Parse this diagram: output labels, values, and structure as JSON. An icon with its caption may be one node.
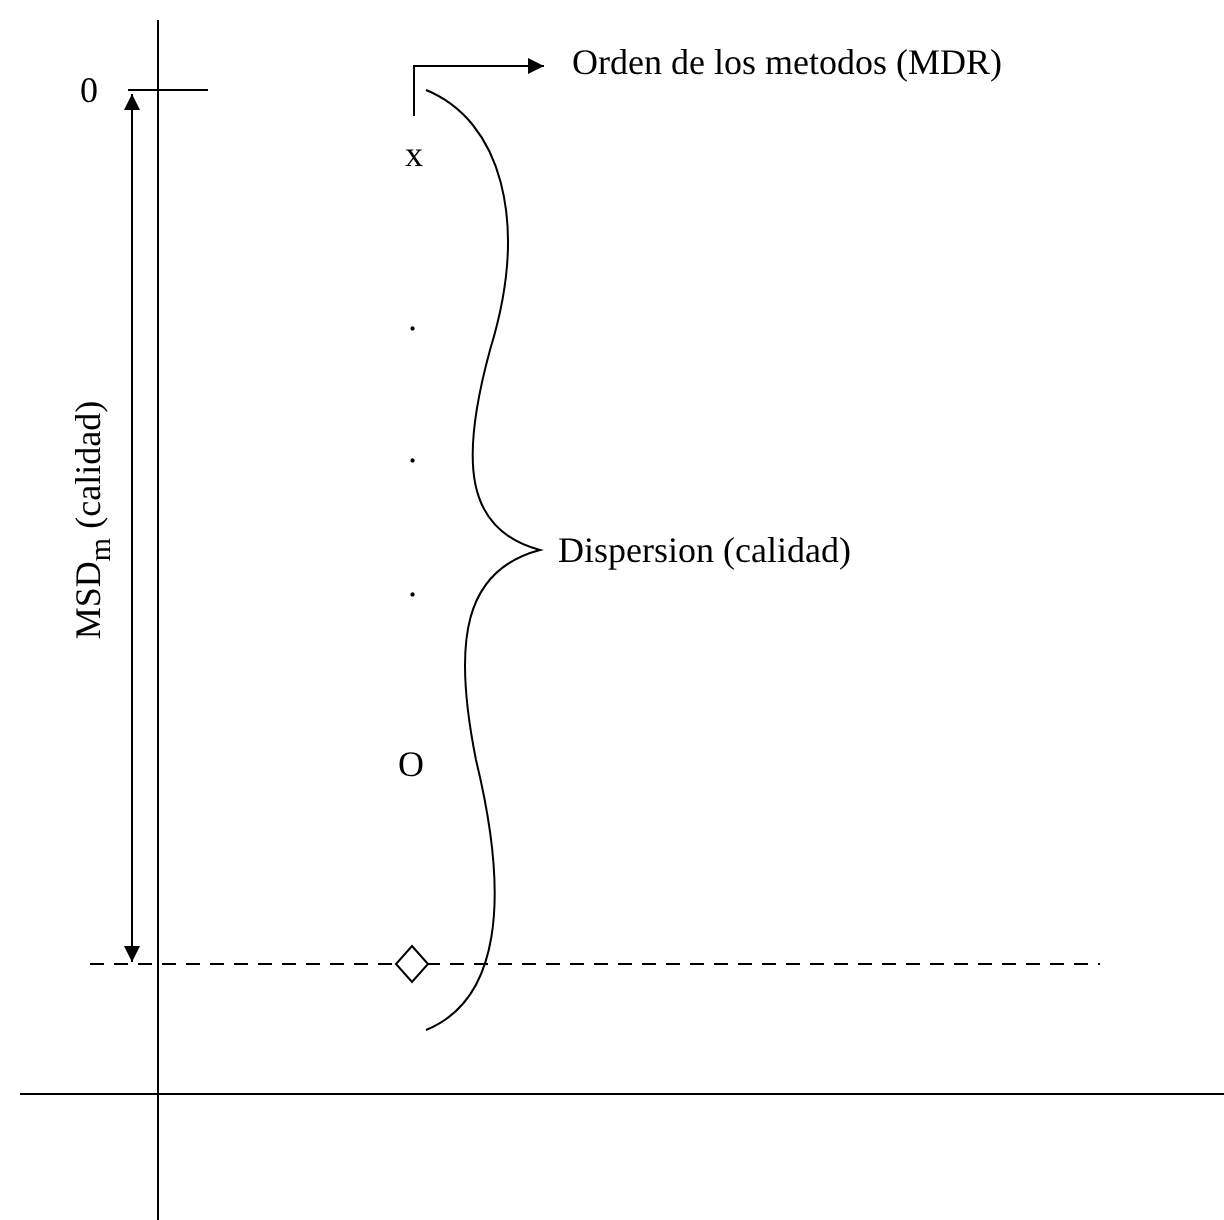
{
  "diagram": {
    "nodes": [
      {
        "text": [
          "x"
        ]
      },
      {
        "text": [
          "Orden de los metodos (MDR)"
        ]
      }
    ],
    "edges": [
      {
        "from": 0,
        "to": 1,
        "arrow": "to"
      }
    ],
    "labels": [
      "0",
      ".",
      ".",
      ".",
      "O",
      "MSD$_{m}$ (calidad)",
      "Dispersion (calidad)"
    ]
  }
}
